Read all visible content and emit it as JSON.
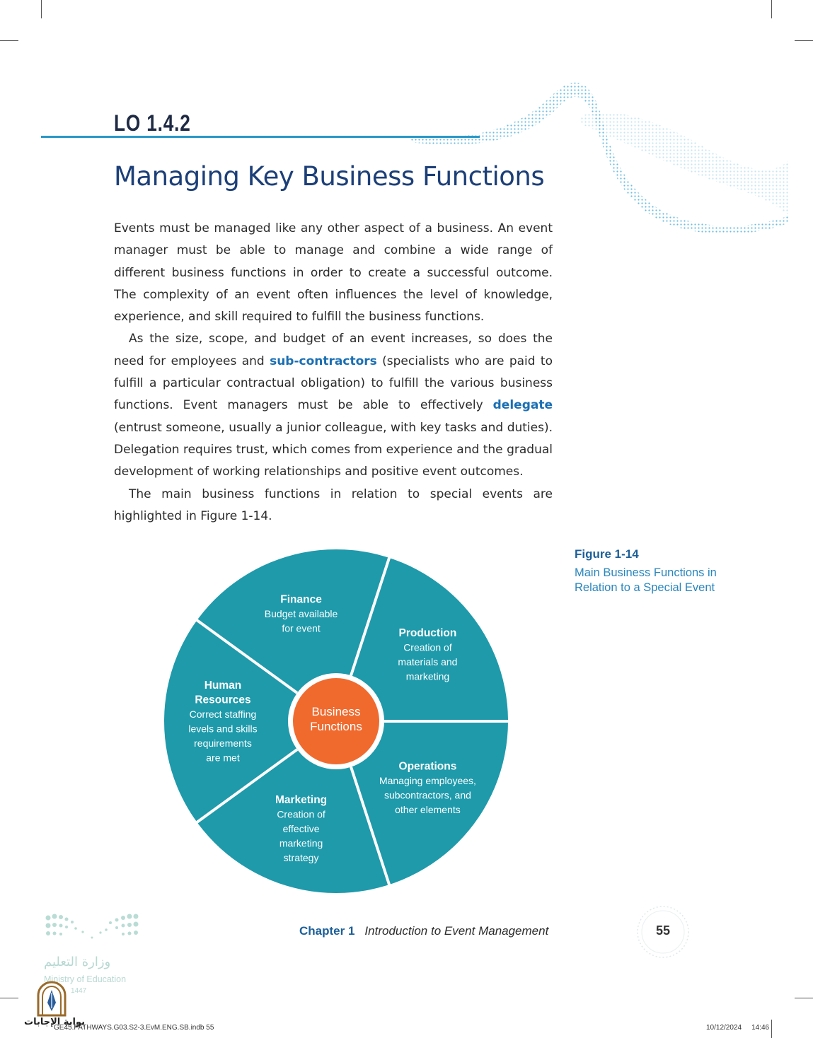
{
  "header": {
    "lo_label": "LO 1.4.2",
    "title": "Managing Key Business Functions"
  },
  "body": {
    "p1": "Events must be managed like any other aspect of a business. An event manager must be able to manage and combine a wide range of different business functions in order to create a successful outcome. The complexity of an event often influences the level of knowledge, experience, and skill required to fulfill the business functions.",
    "p2_a": "As the size, scope, and budget of an event increases, so does the need for employees and ",
    "p2_term1": "sub-contractors",
    "p2_b": " (specialists who are paid to fulfill a particular contractual obligation) to fulfill the various business functions. Event managers must be able to effectively ",
    "p2_term2": "delegate",
    "p2_c": " (entrust someone, usually a junior colleague, with key tasks and duties). Delegation requires trust, which comes from experience and the gradual development of working relationships and positive event outcomes.",
    "p3": "The main business functions in relation to special events are highlighted in Figure 1-14."
  },
  "diagram": {
    "center": [
      "Business",
      "Functions"
    ],
    "segments": [
      {
        "title": [
          "Finance"
        ],
        "desc": [
          "Budget available",
          "for event"
        ]
      },
      {
        "title": [
          "Production"
        ],
        "desc": [
          "Creation of",
          "materials and",
          "marketing"
        ]
      },
      {
        "title": [
          "Operations"
        ],
        "desc": [
          "Managing employees,",
          "subcontractors, and",
          "other elements"
        ]
      },
      {
        "title": [
          "Marketing"
        ],
        "desc": [
          "Creation of",
          "effective",
          "marketing",
          "strategy"
        ]
      },
      {
        "title": [
          "Human",
          "Resources"
        ],
        "desc": [
          "Correct staffing",
          "levels and skills",
          "requirements",
          "are met"
        ]
      }
    ],
    "colors": {
      "segment": "#1e9aab",
      "center": "#f06a2e",
      "text": "#ffffff"
    }
  },
  "figure": {
    "number": "Figure 1-14",
    "title": "Main Business Functions in Relation to a Special Event"
  },
  "footer": {
    "chapter_label": "Chapter 1",
    "chapter_title": "Introduction to Event Management",
    "page_number": "55"
  },
  "logo": {
    "arabic": "وزارة التعليم",
    "english": "Ministry of Education",
    "year": "1447",
    "emblem_text": "بوابة الإجابات"
  },
  "slug": {
    "file": "GE45.PATHWAYS.G03.S2-3.EvM.ENG.SB.indb   55",
    "date": "10/12/2024",
    "time": "14:46"
  },
  "colors": {
    "title": "#1c3f78",
    "accent": "#2a98c8",
    "term": "#1a6fb3"
  }
}
